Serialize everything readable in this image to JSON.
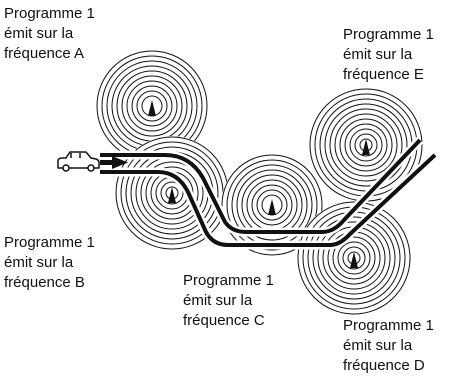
{
  "labels": {
    "A": {
      "line1": "Programme 1",
      "line2": "émit sur la",
      "line3": "fréquence A"
    },
    "B": {
      "line1": "Programme 1",
      "line2": "émit sur la",
      "line3": "fréquence B"
    },
    "C": {
      "line1": "Programme 1",
      "line2": "émit sur la",
      "line3": "fréquence C"
    },
    "D": {
      "line1": "Programme 1",
      "line2": "émit sur la",
      "line3": "fréquence D"
    },
    "E": {
      "line1": "Programme 1",
      "line2": "émit sur la",
      "line3": "fréquence E"
    }
  },
  "colors": {
    "ink": "#111111",
    "background": "#ffffff"
  },
  "icons": {
    "vehicle": "car-icon",
    "direction": "arrow-right-icon",
    "transmitter": "antenna-icon"
  }
}
